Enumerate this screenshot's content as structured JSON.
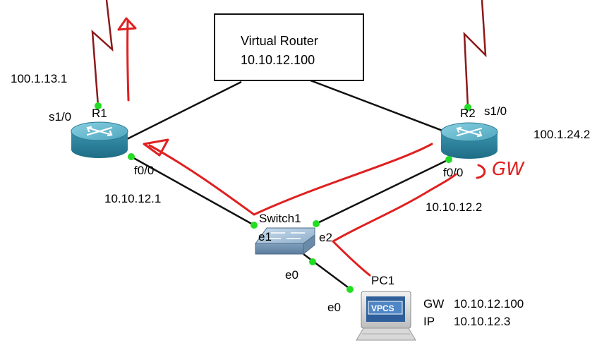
{
  "virtual_router": {
    "title": "Virtual Router",
    "ip": "10.10.12.100"
  },
  "r1": {
    "name": "R1",
    "serial_port": "s1/0",
    "serial_ip": "100.1.13.1",
    "fast_port": "f0/0",
    "fast_ip": "10.10.12.1"
  },
  "r2": {
    "name": "R2",
    "serial_port": "s1/0",
    "serial_ip": "100.1.24.2",
    "fast_port": "f0/0",
    "fast_ip": "10.10.12.2"
  },
  "switch1": {
    "name": "Switch1",
    "port_e1": "e1",
    "port_e2": "e2",
    "port_e0": "e0"
  },
  "pc1": {
    "name": "PC1",
    "port": "e0",
    "screen_label": "VPCS",
    "gw_label": "GW",
    "gw_value": "10.10.12.100",
    "ip_label": "IP",
    "ip_value": "10.10.12.3"
  },
  "annotation": {
    "text": "GW"
  },
  "colors": {
    "link": "#111111",
    "serial_link": "#8b1a1a",
    "port_dot": "#22dd22",
    "annotation": "#e02020",
    "router_top": "#5fb0c6",
    "router_body": "#2f8aa6"
  }
}
